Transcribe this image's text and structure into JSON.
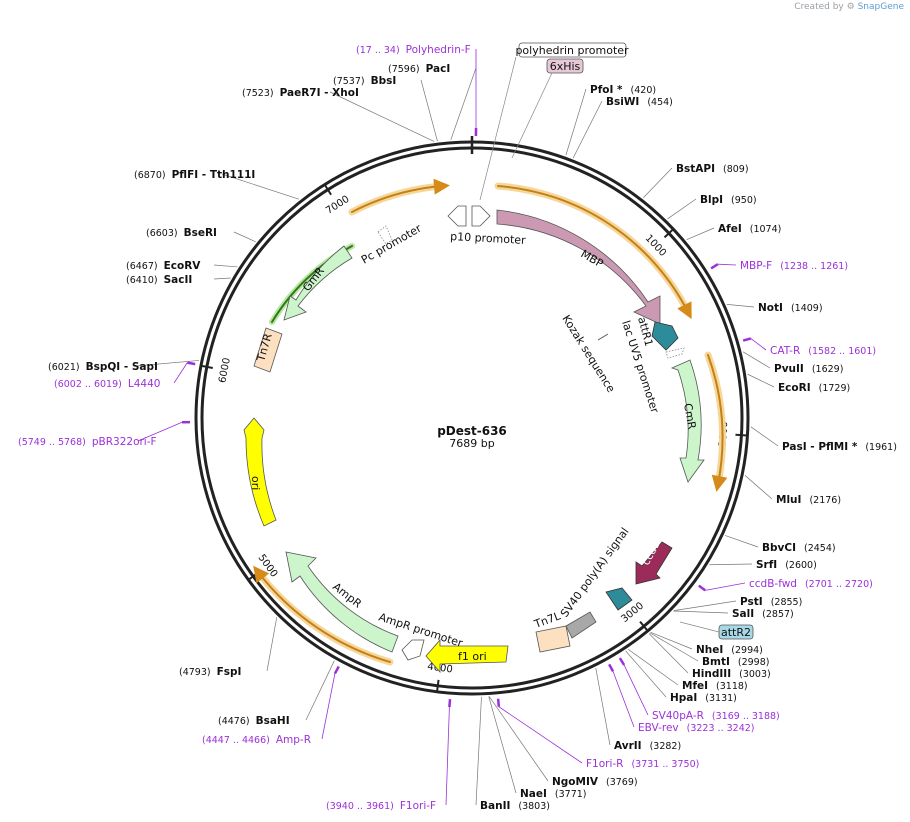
{
  "credit": {
    "prefix": "Created by",
    "brand": "SnapGene"
  },
  "plasmid": {
    "name": "pDest-636",
    "length_label": "7689 bp",
    "length": 7689
  },
  "ticks": [
    {
      "bp": 1000,
      "label": "1000"
    },
    {
      "bp": 2000,
      "label": "2000"
    },
    {
      "bp": 3000,
      "label": "3000"
    },
    {
      "bp": 4000,
      "label": "4000"
    },
    {
      "bp": 5000,
      "label": "5000"
    },
    {
      "bp": 6000,
      "label": "6000"
    },
    {
      "bp": 7000,
      "label": "7000"
    }
  ],
  "sites": [
    {
      "name": "PacI",
      "pos": "(7596)",
      "bp": 7596
    },
    {
      "name": "BbsI",
      "pos": "(7537)",
      "bp": 7537
    },
    {
      "name": "PaeR7I - XhoI",
      "pos": "(7523)",
      "bp": 7523
    },
    {
      "name": "PfoI *",
      "pos": "(420)",
      "bp": 420
    },
    {
      "name": "BsiWI",
      "pos": "(454)",
      "bp": 454
    },
    {
      "name": "BstAPI",
      "pos": "(809)",
      "bp": 809
    },
    {
      "name": "BlpI",
      "pos": "(950)",
      "bp": 950
    },
    {
      "name": "AfeI",
      "pos": "(1074)",
      "bp": 1074
    },
    {
      "name": "NotI",
      "pos": "(1409)",
      "bp": 1409
    },
    {
      "name": "PvuII",
      "pos": "(1629)",
      "bp": 1629
    },
    {
      "name": "EcoRI",
      "pos": "(1729)",
      "bp": 1729
    },
    {
      "name": "PasI - PflMI *",
      "pos": "(1961)",
      "bp": 1961
    },
    {
      "name": "MluI",
      "pos": "(2176)",
      "bp": 2176
    },
    {
      "name": "BbvCI",
      "pos": "(2454)",
      "bp": 2454
    },
    {
      "name": "SrfI",
      "pos": "(2600)",
      "bp": 2600
    },
    {
      "name": "PstI",
      "pos": "(2855)",
      "bp": 2855
    },
    {
      "name": "SalI",
      "pos": "(2857)",
      "bp": 2857
    },
    {
      "name": "NheI",
      "pos": "(2994)",
      "bp": 2994
    },
    {
      "name": "BmtI",
      "pos": "(2998)",
      "bp": 2998
    },
    {
      "name": "HindIII",
      "pos": "(3003)",
      "bp": 3003
    },
    {
      "name": "MfeI",
      "pos": "(3118)",
      "bp": 3118
    },
    {
      "name": "HpaI",
      "pos": "(3131)",
      "bp": 3131
    },
    {
      "name": "AvrII",
      "pos": "(3282)",
      "bp": 3282
    },
    {
      "name": "NgoMIV",
      "pos": "(3769)",
      "bp": 3769
    },
    {
      "name": "NaeI",
      "pos": "(3771)",
      "bp": 3771
    },
    {
      "name": "BanII",
      "pos": "(3803)",
      "bp": 3803
    },
    {
      "name": "FspI",
      "pos": "(4793)",
      "bp": 4793
    },
    {
      "name": "BsaHI",
      "pos": "(4476)",
      "bp": 4476
    },
    {
      "name": "BspQI - SapI",
      "pos": "(6021)",
      "bp": 6021
    },
    {
      "name": "SacII",
      "pos": "(6410)",
      "bp": 6410
    },
    {
      "name": "EcoRV",
      "pos": "(6467)",
      "bp": 6467
    },
    {
      "name": "BseRI",
      "pos": "(6603)",
      "bp": 6603
    },
    {
      "name": "PflFI - Tth111I",
      "pos": "(6870)",
      "bp": 6870
    }
  ],
  "primers": [
    {
      "name": "Polyhedrin-F",
      "range": "(17 .. 34)",
      "bp": 17
    },
    {
      "name": "MBP-F",
      "range": "(1238 .. 1261)",
      "bp": 1238
    },
    {
      "name": "CAT-R",
      "range": "(1582 .. 1601)",
      "bp": 1582
    },
    {
      "name": "ccdB-fwd",
      "range": "(2701 .. 2720)",
      "bp": 2701
    },
    {
      "name": "SV40pA-R",
      "range": "(3169 .. 3188)",
      "bp": 3169
    },
    {
      "name": "EBV-rev",
      "range": "(3223 .. 3242)",
      "bp": 3223
    },
    {
      "name": "F1ori-R",
      "range": "(3731 .. 3750)",
      "bp": 3731
    },
    {
      "name": "F1ori-F",
      "range": "(3940 .. 3961)",
      "bp": 3940
    },
    {
      "name": "Amp-R",
      "range": "(4447 .. 4466)",
      "bp": 4447
    },
    {
      "name": "pBR322ori-F",
      "range": "(5749 .. 5768)",
      "bp": 5749
    },
    {
      "name": "L4440",
      "range": "(6002 .. 6019)",
      "bp": 6002
    }
  ],
  "boxed_labels": [
    {
      "name": "polyhedrin promoter",
      "color": "#ffffff"
    },
    {
      "name": "6xHis",
      "color": "#e8c8d6"
    },
    {
      "name": "attR2",
      "color": "#a8d8e8"
    }
  ],
  "features": [
    {
      "name": "MBP",
      "color": "#cc99b2"
    },
    {
      "name": "attR1",
      "color": "#2e8b9a"
    },
    {
      "name": "CmR",
      "color": "#ccf5cc"
    },
    {
      "name": "ccdB",
      "color": "#9b2c5a"
    },
    {
      "name": "Tn7L",
      "color": "#fde0c0"
    },
    {
      "name": "SV40 poly(A) signal",
      "color": "#a8a8a8"
    },
    {
      "name": "f1 ori",
      "color": "#ffff00"
    },
    {
      "name": "AmpR promoter",
      "color": "#ffffff"
    },
    {
      "name": "AmpR",
      "color": "#ccf5cc"
    },
    {
      "name": "ori",
      "color": "#ffff00"
    },
    {
      "name": "Tn7R",
      "color": "#fde0c0"
    },
    {
      "name": "GmR",
      "color": "#ccf5cc"
    },
    {
      "name": "Pc promoter",
      "color": "#ffffff"
    },
    {
      "name": "p10 promoter",
      "color": "#ffffff"
    },
    {
      "name": "Kozak sequence",
      "color": "#ffffff"
    },
    {
      "name": "lac UV5 promoter",
      "color": "#ffffff"
    }
  ],
  "colors": {
    "backbone": "#222222",
    "primer": "#9b30d9",
    "orf_arrow": "#e0a030",
    "orf_glow": "#f6d79a"
  }
}
